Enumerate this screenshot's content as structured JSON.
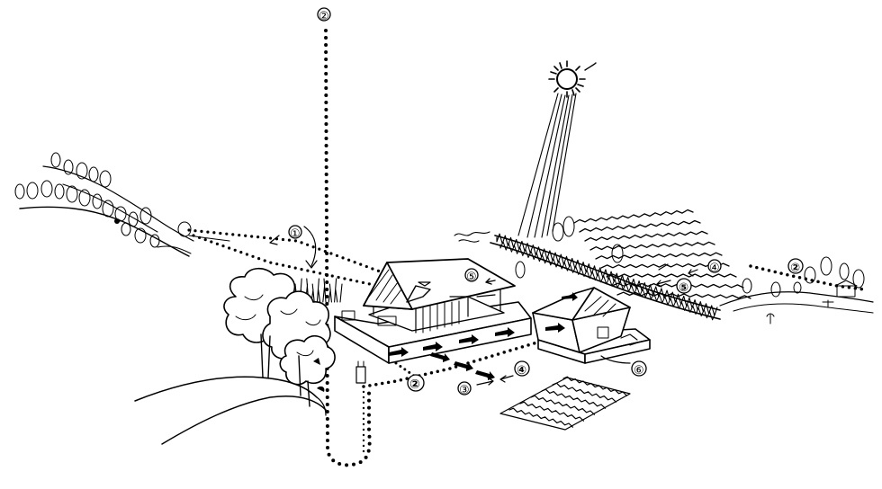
{
  "diagram": {
    "callouts": [
      {
        "id": "callout-top-2",
        "label": "②"
      },
      {
        "id": "callout-1",
        "label": "①"
      },
      {
        "id": "callout-5-roof",
        "label": "⑤"
      },
      {
        "id": "callout-4-upper",
        "label": "④"
      },
      {
        "id": "callout-5-hedge",
        "label": "⑤"
      },
      {
        "id": "callout-2-right",
        "label": "②"
      },
      {
        "id": "callout-2-lower",
        "label": "②"
      },
      {
        "id": "callout-3",
        "label": "③"
      },
      {
        "id": "callout-4-lower",
        "label": "④"
      },
      {
        "id": "callout-6",
        "label": "⑥"
      }
    ]
  },
  "colors": {
    "ink": "#000000",
    "paper": "#ffffff"
  }
}
